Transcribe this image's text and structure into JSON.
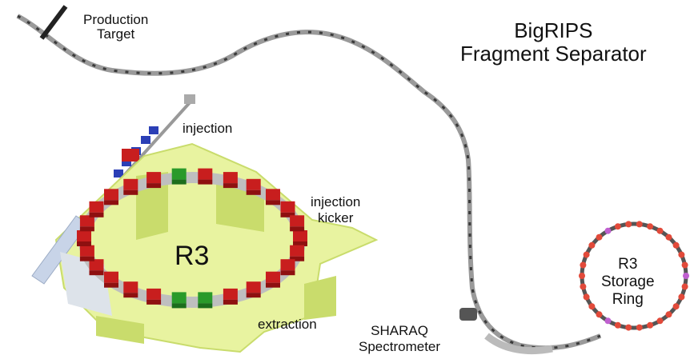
{
  "labels": {
    "production_target": [
      "Production",
      "Target"
    ],
    "bigrips": [
      "BigRIPS",
      "Fragment Separator"
    ],
    "injection": "injection",
    "injection_kicker": [
      "injection",
      "kicker"
    ],
    "r3": "R3",
    "extraction": "extraction",
    "sharaq": [
      "SHARAQ",
      "Spectrometer"
    ],
    "storage_ring": [
      "R3",
      "Storage",
      "Ring"
    ]
  },
  "colors": {
    "platform": "#e8f3a0",
    "platform_dark": "#c9dc6c",
    "magnet": "#c81e1e",
    "magnet_dark": "#8e1010",
    "quad_green": "#2a9a2a",
    "injection_line": "#2b3fb6",
    "beamline": "#8a8a8a",
    "beamline_dark": "#333333",
    "ring_element": "#e24a3a",
    "ring_purple": "#c060d0"
  }
}
